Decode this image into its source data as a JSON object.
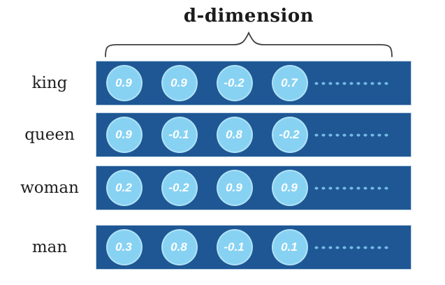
{
  "title": "d-dimension",
  "colors": {
    "bar": "#1e5794",
    "circle": "#87d2f3",
    "dot": "#74b9e6",
    "value_text": "#ffffff",
    "label_text": "#1f1f1f",
    "brace": "#3f3f3f"
  },
  "rows": [
    {
      "label": "king",
      "values": [
        "0.9",
        "0.9",
        "-0.2",
        "0.7"
      ]
    },
    {
      "label": "queen",
      "values": [
        "0.9",
        "-0.1",
        "0.8",
        "-0.2"
      ]
    },
    {
      "label": "woman",
      "values": [
        "0.2",
        "-0.2",
        "0.9",
        "0.9"
      ]
    },
    {
      "label": "man",
      "values": [
        "0.3",
        "0.8",
        "-0.1",
        "0.1"
      ]
    }
  ],
  "ellipsis_dots_per_row": 11
}
